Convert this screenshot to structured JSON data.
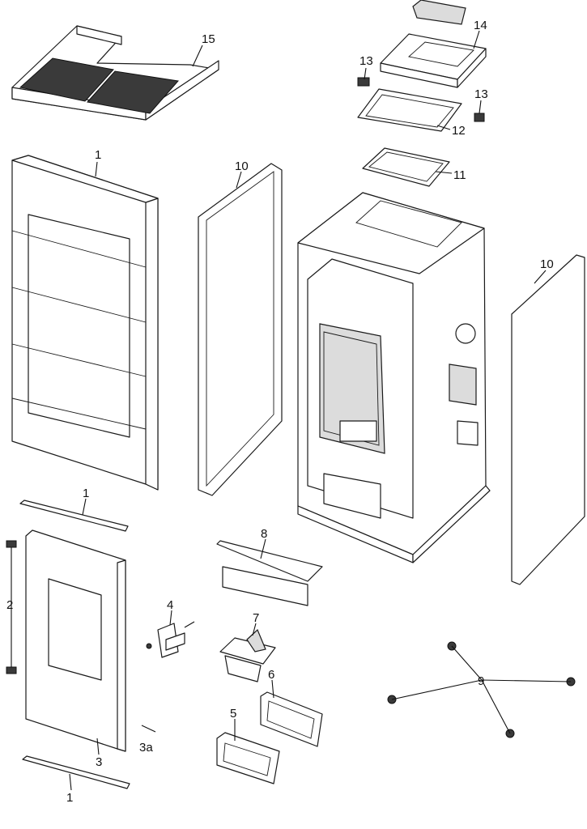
{
  "callouts": [
    {
      "id": "1a",
      "label": "1"
    },
    {
      "id": "1b",
      "label": "1"
    },
    {
      "id": "1c",
      "label": "1"
    },
    {
      "id": "2",
      "label": "2"
    },
    {
      "id": "3",
      "label": "3"
    },
    {
      "id": "3a",
      "label": "3a"
    },
    {
      "id": "4",
      "label": "4"
    },
    {
      "id": "5",
      "label": "5"
    },
    {
      "id": "6",
      "label": "6"
    },
    {
      "id": "7",
      "label": "7"
    },
    {
      "id": "8",
      "label": "8"
    },
    {
      "id": "9",
      "label": "9"
    },
    {
      "id": "10a",
      "label": "10"
    },
    {
      "id": "10b",
      "label": "10"
    },
    {
      "id": "11",
      "label": "11"
    },
    {
      "id": "12",
      "label": "12"
    },
    {
      "id": "13a",
      "label": "13"
    },
    {
      "id": "13b",
      "label": "13"
    },
    {
      "id": "14",
      "label": "14"
    },
    {
      "id": "15",
      "label": "15"
    }
  ]
}
